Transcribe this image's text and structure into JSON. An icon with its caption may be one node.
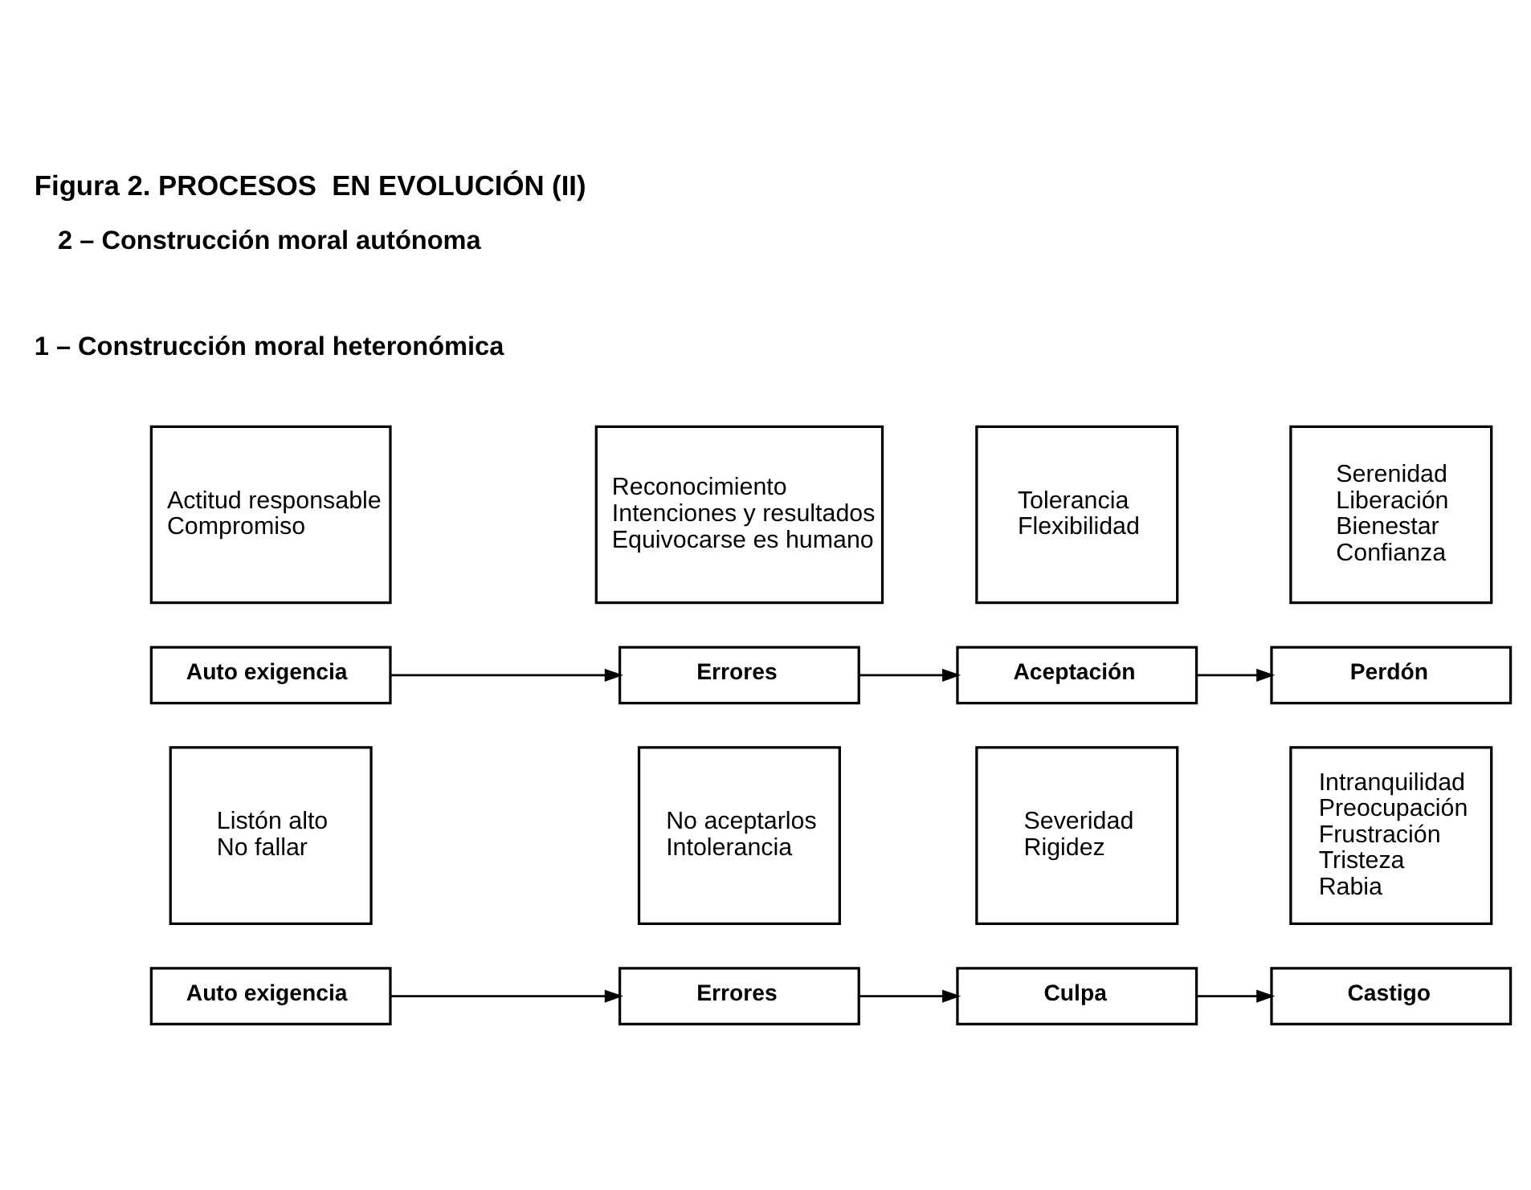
{
  "diagram": {
    "title": "Figura 2. PROCESOS  EN EVOLUCIÓN (II)",
    "nodes": [
      {
        "text": [
          "Auto exigencia"
        ]
      },
      {
        "text": [
          "Errores"
        ]
      },
      {
        "text": [
          "Culpa"
        ]
      },
      {
        "text": [
          "Castigo"
        ]
      },
      {
        "text": [
          "Listón alto",
          "No fallar"
        ]
      },
      {
        "text": [
          "No aceptarlos",
          "Intolerancia"
        ]
      },
      {
        "text": [
          "Severidad",
          "Rigidez"
        ]
      },
      {
        "text": [
          "Intranquilidad",
          "Preocupación",
          "Frustración",
          "Tristeza",
          "Rabia"
        ]
      },
      {
        "text": [
          "Auto exigencia"
        ]
      },
      {
        "text": [
          "Errores"
        ]
      },
      {
        "text": [
          "Aceptación"
        ]
      },
      {
        "text": [
          "Perdón"
        ]
      },
      {
        "text": [
          "Actitud responsable",
          "Compromiso"
        ]
      },
      {
        "text": [
          "Reconocimiento",
          "Intenciones y resultados",
          "Equivocarse es humano"
        ]
      },
      {
        "text": [
          "Tolerancia",
          "Flexibilidad"
        ]
      },
      {
        "text": [
          "Serenidad",
          "Liberación",
          "Bienestar",
          "Confianza"
        ]
      }
    ],
    "edges": [
      {
        "from": 0,
        "to": 1,
        "arrow": "to"
      },
      {
        "from": 1,
        "to": 2,
        "arrow": "to"
      },
      {
        "from": 2,
        "to": 3,
        "arrow": "to"
      },
      {
        "from": 8,
        "to": 9,
        "arrow": "to"
      },
      {
        "from": 9,
        "to": 10,
        "arrow": "to"
      },
      {
        "from": 10,
        "to": 11,
        "arrow": "to"
      }
    ],
    "labels": [
      "1 – Construcción moral heteronómica",
      "2 – Construcción moral autónoma"
    ]
  }
}
